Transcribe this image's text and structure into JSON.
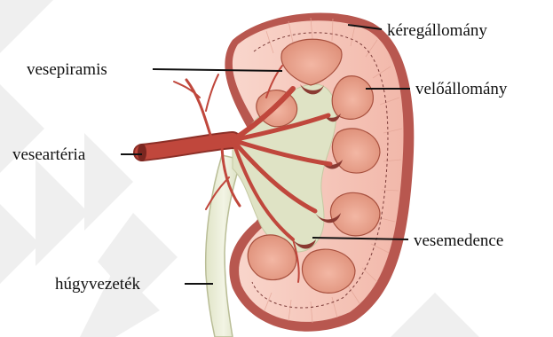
{
  "diagram": {
    "labels": {
      "cortex": "kéregállomány",
      "pyramid": "vesepiramis",
      "medulla": "velőállomány",
      "artery": "veseartéria",
      "pelvis": "vesemedence",
      "ureter": "húgyvezeték"
    }
  },
  "colors": {
    "background": "#ffffff",
    "watermark": "#efefef",
    "capsule": "#b8574f",
    "cortex": "#f6c8bd",
    "pyramid": "#e9a58f",
    "pelvis": "#dfe3c5",
    "artery": "#c0473c",
    "ureter": "#e6e9d2",
    "leader": "#111111"
  }
}
